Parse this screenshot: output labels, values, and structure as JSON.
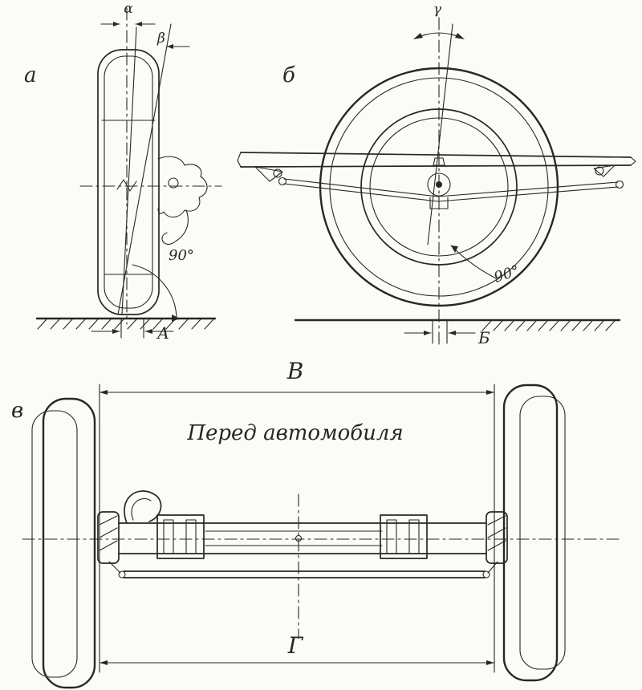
{
  "figure": {
    "views": {
      "a": {
        "label": "а"
      },
      "b": {
        "label": "б"
      },
      "v": {
        "label": "в"
      }
    },
    "angles": {
      "alpha": "α",
      "beta": "β",
      "gamma": "γ",
      "right_angle_view_a": "90°",
      "right_angle_view_b": "90°"
    },
    "dimensions": {
      "a": "А",
      "b": "Б",
      "v": "В",
      "g": "Г"
    },
    "captions": {
      "front_of_car": "Перед автомобиля"
    }
  },
  "colors": {
    "ink": "#2a2622",
    "paper": "#fbfbf8"
  }
}
